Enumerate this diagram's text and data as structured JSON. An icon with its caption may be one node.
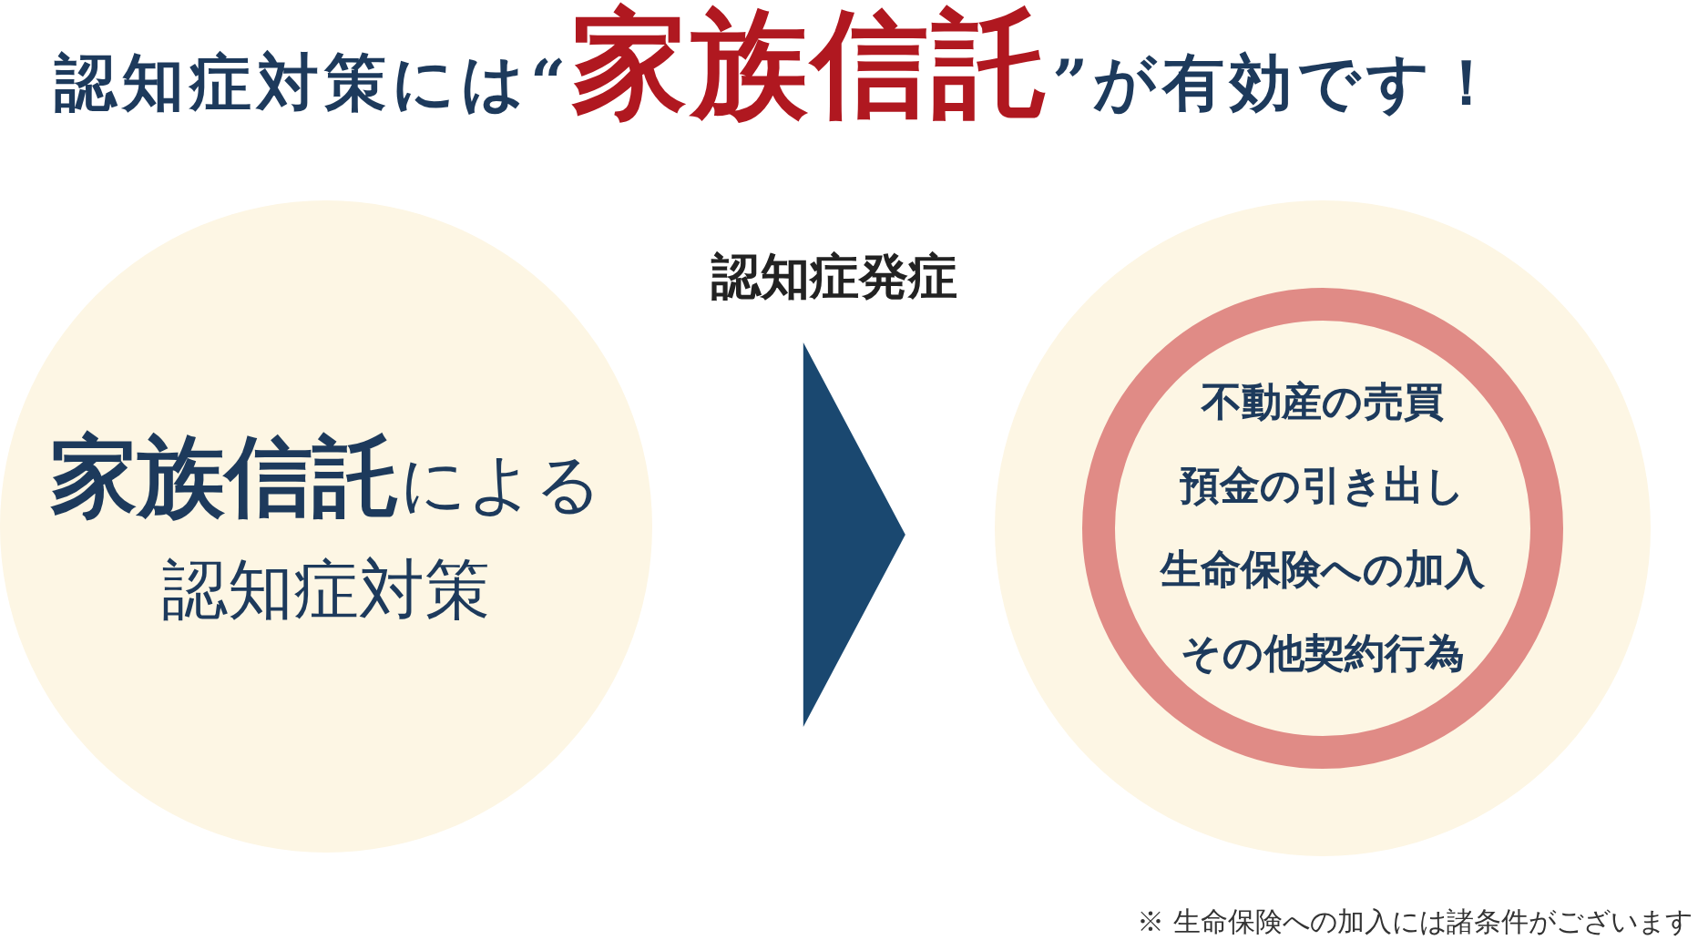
{
  "diagram": {
    "title": "認知症対策には“**家族信託**”が有効です！",
    "nodes": [
      {
        "text": [
          "**家族信託**による認知症対策"
        ]
      },
      {
        "text": [],
        "shape": "circle"
      },
      {
        "text": [
          "不動産の売買",
          "預金の引き出し",
          "生命保険への加入",
          "その他契約行為"
        ],
        "in": 1
      }
    ],
    "edges": [
      {
        "from": 0,
        "to": 1,
        "arrow": "to",
        "label": "認知症発症"
      }
    ],
    "labels": [
      "※ 生命保険への加入には諸条件がございます"
    ]
  }
}
